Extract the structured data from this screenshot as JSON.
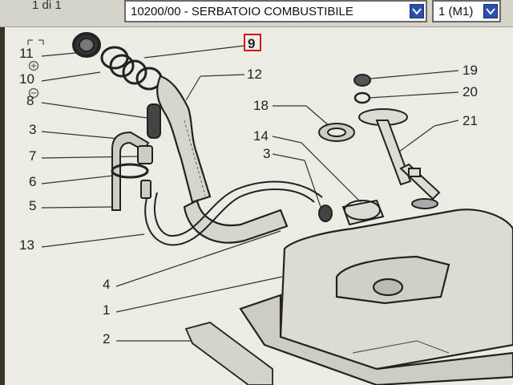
{
  "toolbar": {
    "page_counter": "1 di 1",
    "table_select": {
      "selected": "10200/00 - SERBATOIO COMBUSTIBILE"
    },
    "variant_select": {
      "selected": "1 (M1)"
    }
  },
  "tools": {
    "fit_icon": "fit-page-icon",
    "zoom_in_icon": "zoom-in-icon",
    "zoom_out_icon": "zoom-out-icon"
  },
  "diagram": {
    "selected_part": "9",
    "highlight_color": "#d01818",
    "callouts": {
      "c11": "11",
      "c10": "10",
      "c8": "8",
      "c3a": "3",
      "c7": "7",
      "c6": "6",
      "c5": "5",
      "c13": "13",
      "c4": "4",
      "c1": "1",
      "c2": "2",
      "c12": "12",
      "c18": "18",
      "c14": "14",
      "c3b": "3",
      "c19": "19",
      "c20": "20",
      "c21": "21"
    }
  }
}
